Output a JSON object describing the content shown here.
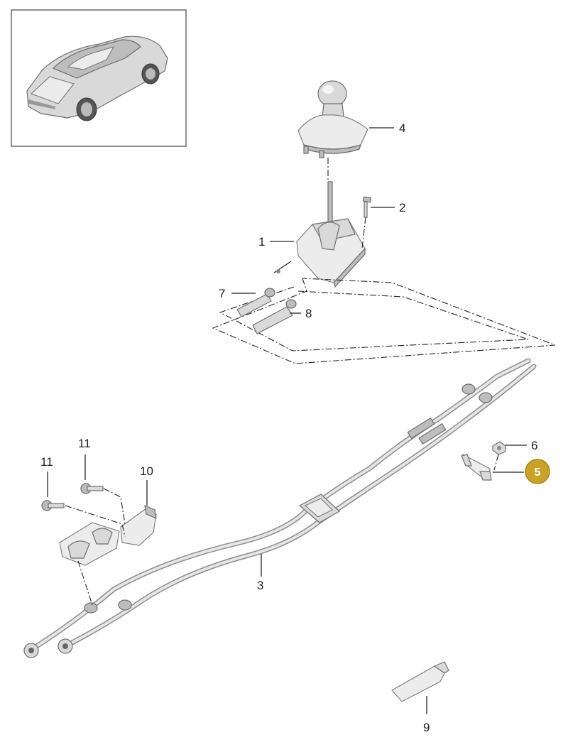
{
  "thumbnail": {
    "icon": "car-icon"
  },
  "callouts": [
    {
      "id": "c1",
      "label": "1"
    },
    {
      "id": "c2",
      "label": "2"
    },
    {
      "id": "c3",
      "label": "3"
    },
    {
      "id": "c4",
      "label": "4"
    },
    {
      "id": "c6",
      "label": "6"
    },
    {
      "id": "c7",
      "label": "7"
    },
    {
      "id": "c8",
      "label": "8"
    },
    {
      "id": "c9",
      "label": "9"
    },
    {
      "id": "c10",
      "label": "10"
    },
    {
      "id": "c11a",
      "label": "11"
    },
    {
      "id": "c11b",
      "label": "11"
    }
  ],
  "highlight": {
    "label": "5",
    "color": "#c9a227"
  },
  "colors": {
    "line": "#222222",
    "part": "#d9d9d9",
    "outline": "#6f6f6f"
  }
}
